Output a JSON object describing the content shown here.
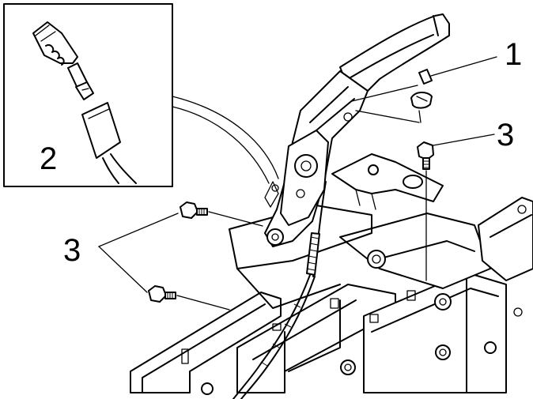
{
  "callouts": {
    "part_1": "1",
    "part_2": "2",
    "part_3_right": "3",
    "part_3_left": "3"
  }
}
